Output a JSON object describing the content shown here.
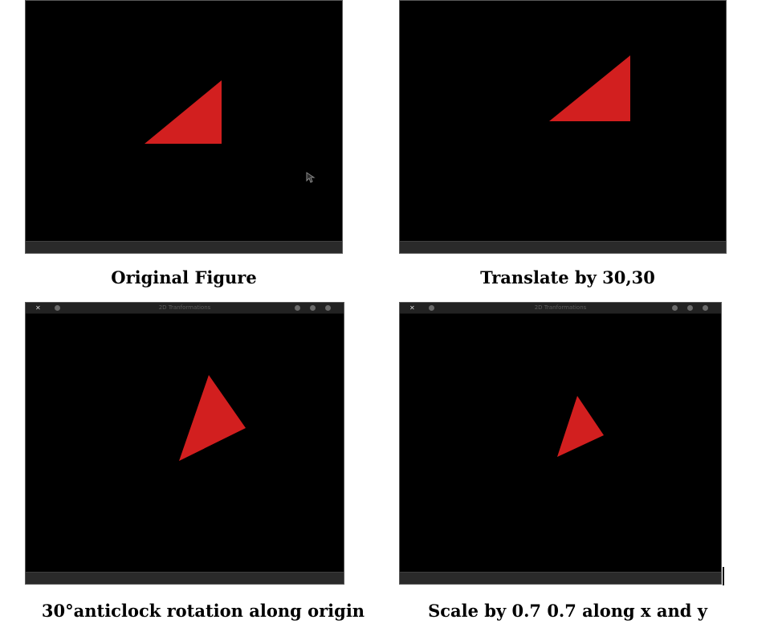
{
  "figures": [
    {
      "id": "original",
      "caption": "Original Figure",
      "window_title": "",
      "fill_color": "#d21f1f"
    },
    {
      "id": "translate",
      "caption": "Translate by 30,30",
      "window_title": "",
      "fill_color": "#d21f1f"
    },
    {
      "id": "rotate",
      "caption": "30°anticlock rotation along origin",
      "window_title": "2D Tranformations",
      "close_glyph": "✕",
      "fill_color": "#d21f1f"
    },
    {
      "id": "scale",
      "caption": "Scale by 0.7 0.7 along x and y",
      "window_title": "2D Tranformations",
      "close_glyph": "✕",
      "fill_color": "#d21f1f"
    }
  ],
  "icons": {
    "cursor": "mouse-pointer-icon",
    "close": "close-icon",
    "window_button": "window-button-icon"
  },
  "colors": {
    "canvas": "#000000",
    "shape": "#d21f1f",
    "titlebar": "#222222",
    "background": "#ffffff"
  }
}
